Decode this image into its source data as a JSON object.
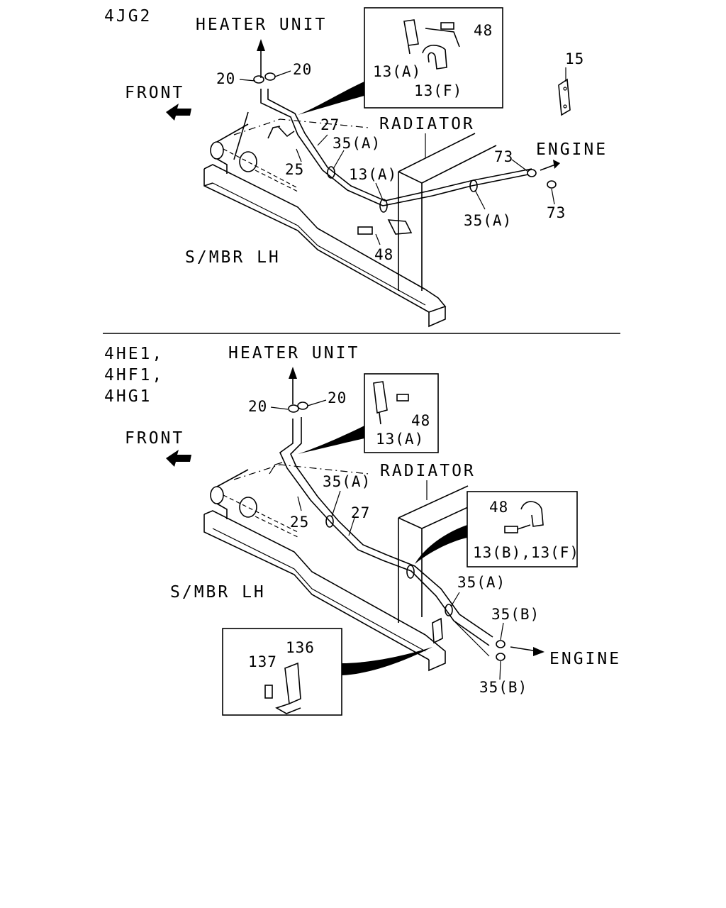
{
  "top": {
    "engine_model": "4JG2",
    "heater": "HEATER UNIT",
    "front": "FRONT",
    "radiator": "RADIATOR",
    "engine": "ENGINE",
    "member": "S/MBR LH",
    "callouts": {
      "p15": "15",
      "p20a": "20",
      "p20b": "20",
      "p27": "27",
      "p25": "25",
      "p35a1": "35(A)",
      "p13a": "13(A)",
      "p35a2": "35(A)",
      "p73a": "73",
      "p73b": "73",
      "p48": "48"
    },
    "inset": {
      "p48": "48",
      "p13a": "13(A)",
      "p13f": "13(F)"
    }
  },
  "bottom": {
    "engine_model_1": "4HE1,",
    "engine_model_2": "4HF1,",
    "engine_model_3": "4HG1",
    "heater": "HEATER UNIT",
    "front": "FRONT",
    "radiator": "RADIATOR",
    "engine": "ENGINE",
    "member": "S/MBR LH",
    "callouts": {
      "p20a": "20",
      "p20b": "20",
      "p35a1": "35(A)",
      "p27": "27",
      "p25": "25",
      "p35a2": "35(A)",
      "p35b1": "35(B)",
      "p35b2": "35(B)"
    },
    "inset1": {
      "p48": "48",
      "p13a": "13(A)"
    },
    "inset2": {
      "p48": "48",
      "p13bf": "13(B),13(F)"
    },
    "inset3": {
      "p136": "136",
      "p137": "137"
    }
  }
}
